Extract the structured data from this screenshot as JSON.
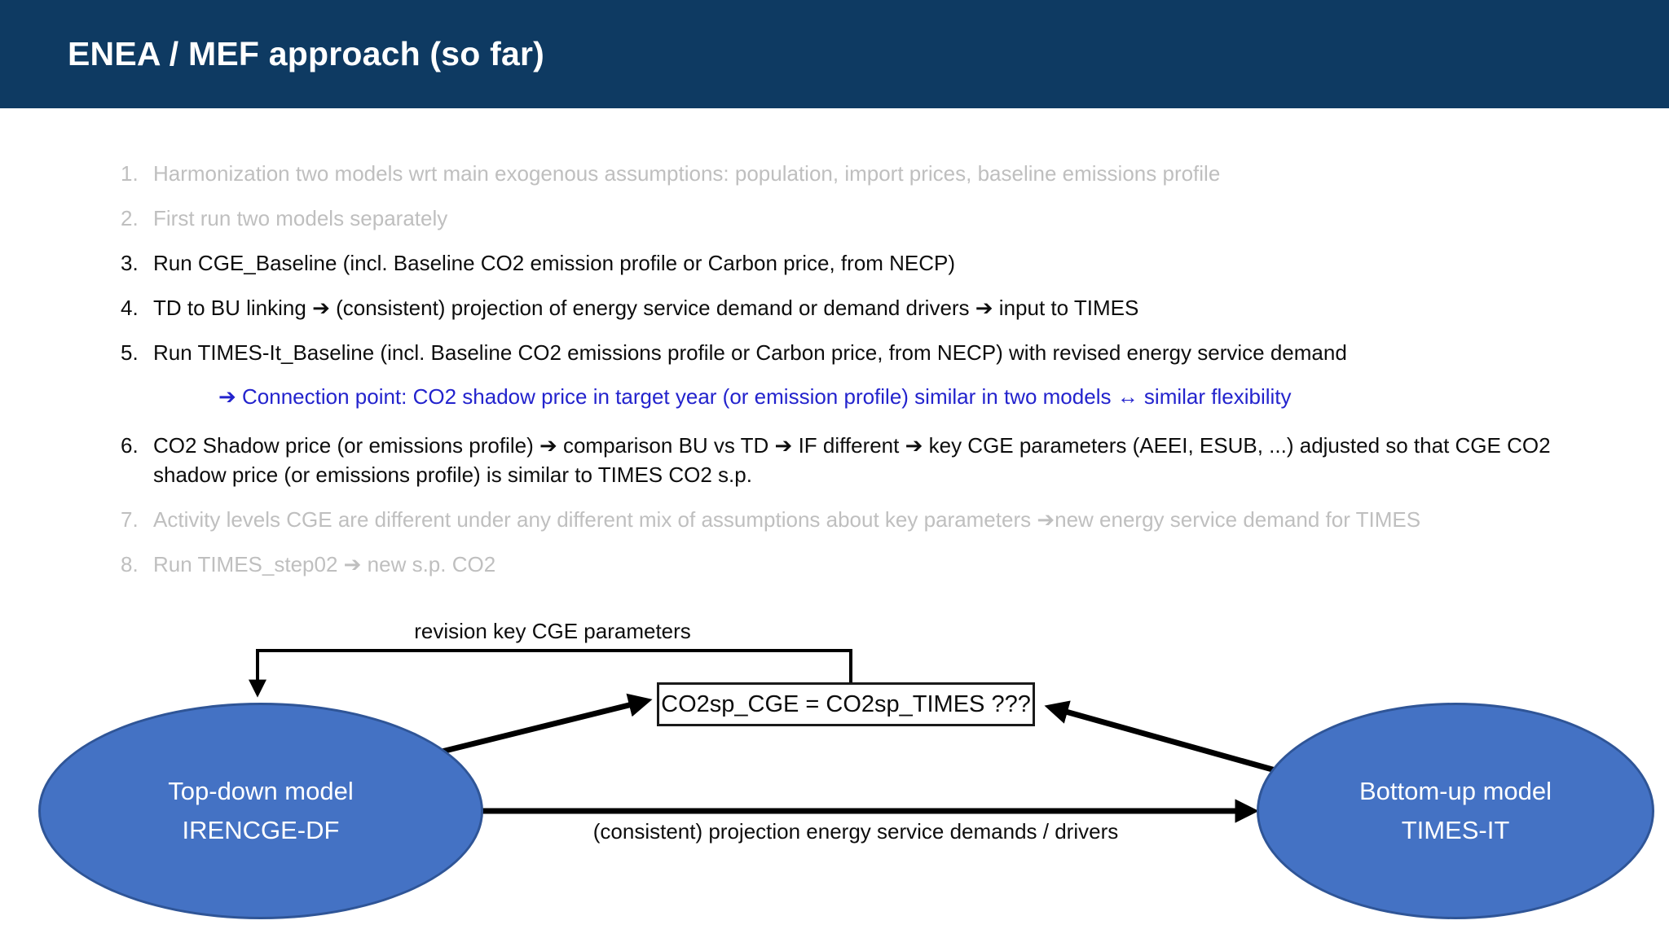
{
  "header": {
    "title": "ENEA / MEF approach (so far)"
  },
  "steps": [
    {
      "num": "1.",
      "text": "Harmonization two models wrt main exogenous assumptions: population, import prices, baseline emissions profile",
      "style": "muted"
    },
    {
      "num": "2.",
      "text": "First run two models separately",
      "style": "muted"
    },
    {
      "num": "3.",
      "text": "Run CGE_Baseline (incl. Baseline CO2 emission profile or Carbon price, from NECP)",
      "style": "normal"
    },
    {
      "num": "4.",
      "text": "TD to BU linking ➔ (consistent) projection of energy service demand or demand drivers ➔ input to TIMES",
      "style": "normal"
    },
    {
      "num": "5.",
      "text": "Run TIMES-It_Baseline (incl. Baseline CO2 emissions profile or Carbon price, from NECP) with revised energy service demand",
      "style": "normal"
    },
    {
      "num": "6.",
      "text": "CO2 Shadow price (or emissions profile) ➔ comparison BU vs TD ➔ IF different ➔ key CGE parameters (AEEI, ESUB, ...) adjusted so that CGE CO2 shadow price (or emissions profile) is similar to TIMES CO2 s.p.",
      "style": "normal"
    },
    {
      "num": "7.",
      "text": "Activity levels CGE are different under any different mix of assumptions about key parameters ➔new energy service demand for TIMES",
      "style": "muted"
    },
    {
      "num": "8.",
      "text": "Run TIMES_step02 ➔ new s.p. CO2",
      "style": "muted"
    }
  ],
  "note": {
    "text": "➔ Connection point: CO2 shadow price in target year (or emission profile) similar in two models ↔ similar flexibility"
  },
  "diagram": {
    "revision_label": "revision key CGE parameters",
    "comparison_box": "CO2sp_CGE = CO2sp_TIMES ???",
    "flow_label": "(consistent) projection energy service demands / drivers",
    "top_down": {
      "line1": "Top-down model",
      "line2": "IRENCGE-DF"
    },
    "bottom_up": {
      "line1": "Bottom-up model",
      "line2": "TIMES-IT"
    }
  },
  "colors": {
    "header_bg": "#0e3a62",
    "ellipse_fill": "#4472c4",
    "ellipse_border": "#2f5597",
    "muted_text": "#bfbfbf",
    "note_text": "#2323cd",
    "arrow": "#000000"
  }
}
